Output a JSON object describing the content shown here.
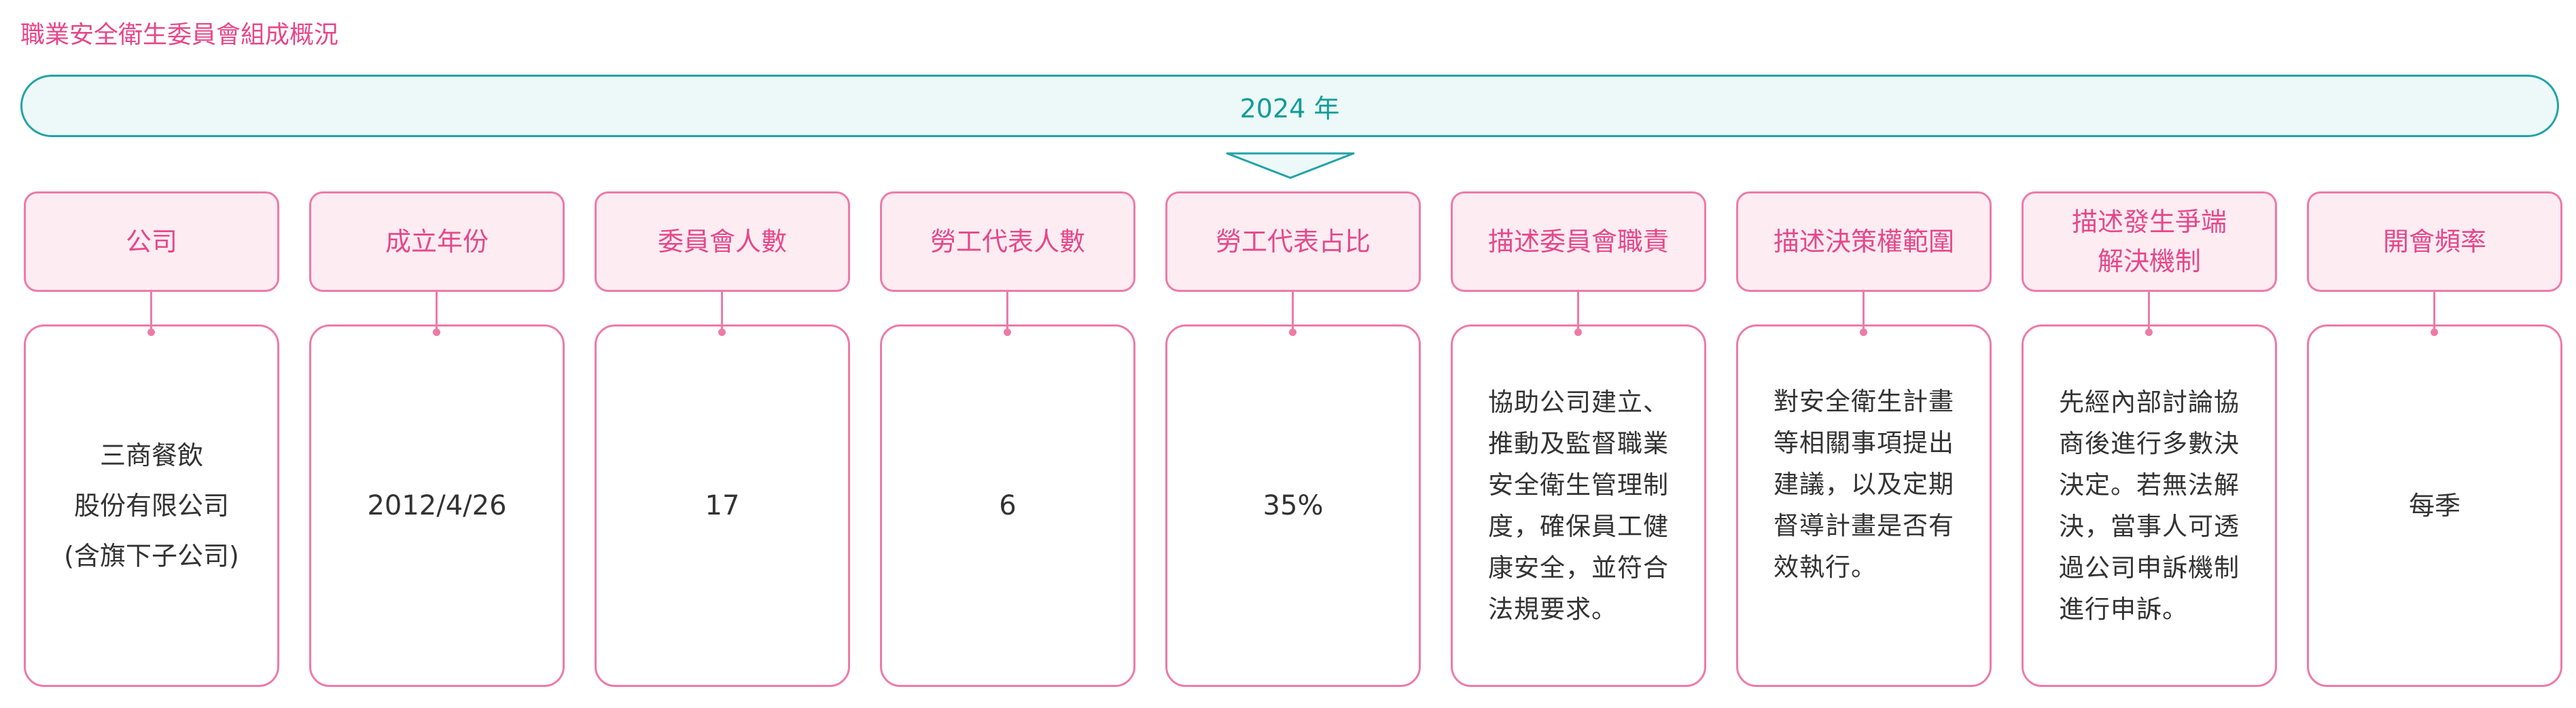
{
  "title": "職業安全衛生委員會組成概況",
  "year": "2024 年",
  "colors": {
    "accent_pink": "#e6478a",
    "pink_border": "#ee7aa7",
    "pink_fill": "#fdecf2",
    "teal_border": "#21a3a7",
    "teal_fill": "#edf9f8",
    "body_text": "#333333"
  },
  "columns": [
    {
      "header": "公司",
      "value": "三商餐飲\n股份有限公司\n(含旗下子公司)"
    },
    {
      "header": "成立年份",
      "value": "2012/4/26"
    },
    {
      "header": "委員會人數",
      "value": "17"
    },
    {
      "header": "勞工代表人數",
      "value": "6"
    },
    {
      "header": "勞工代表占比",
      "value": "35%"
    },
    {
      "header": "描述委員會職責",
      "value": "協助公司建立、\n推動及監督職業\n安全衛生管理制\n度，確保員工健\n康安全，並符合\n法規要求。"
    },
    {
      "header": "描述決策權範圍",
      "value": "對安全衛生計畫\n等相關事項提出\n建議，以及定期\n督導計畫是否有\n效執行。"
    },
    {
      "header": "描述發生爭端\n解決機制",
      "value": "先經內部討論協\n商後進行多數決\n決定。若無法解\n決，當事人可透\n過公司申訴機制\n進行申訴。"
    },
    {
      "header": "開會頻率",
      "value": "每季"
    }
  ]
}
